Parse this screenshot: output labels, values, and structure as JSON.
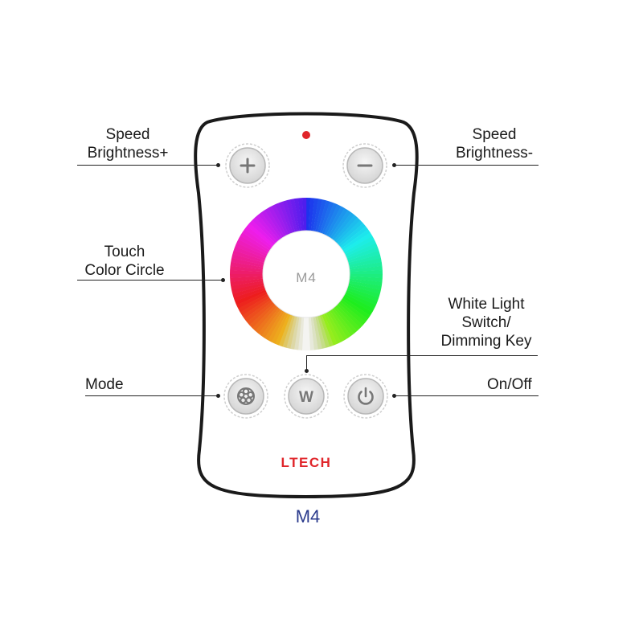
{
  "labels": {
    "plus": [
      "Speed",
      "Brightness+"
    ],
    "minus": [
      "Speed",
      "Brightness-"
    ],
    "color_circle": [
      "Touch",
      "Color Circle"
    ],
    "white_key": [
      "White Light",
      "Switch/",
      "Dimming Key"
    ],
    "mode": "Mode",
    "power": "On/Off"
  },
  "remote": {
    "center_text": "M4",
    "w_key": "W",
    "brand": "LTECH",
    "model": "M4"
  },
  "icons": {
    "plus": "plus-icon",
    "minus": "minus-icon",
    "mode": "flower-mode-icon",
    "power": "power-icon",
    "led": "indicator-led"
  },
  "colors": {
    "outline": "#1a1a1a",
    "led": "#e0252a",
    "brand": "#e0252a",
    "model": "#2a3a8c",
    "button_fill": "#e4e4e4",
    "button_stroke": "#b8b8b8"
  }
}
